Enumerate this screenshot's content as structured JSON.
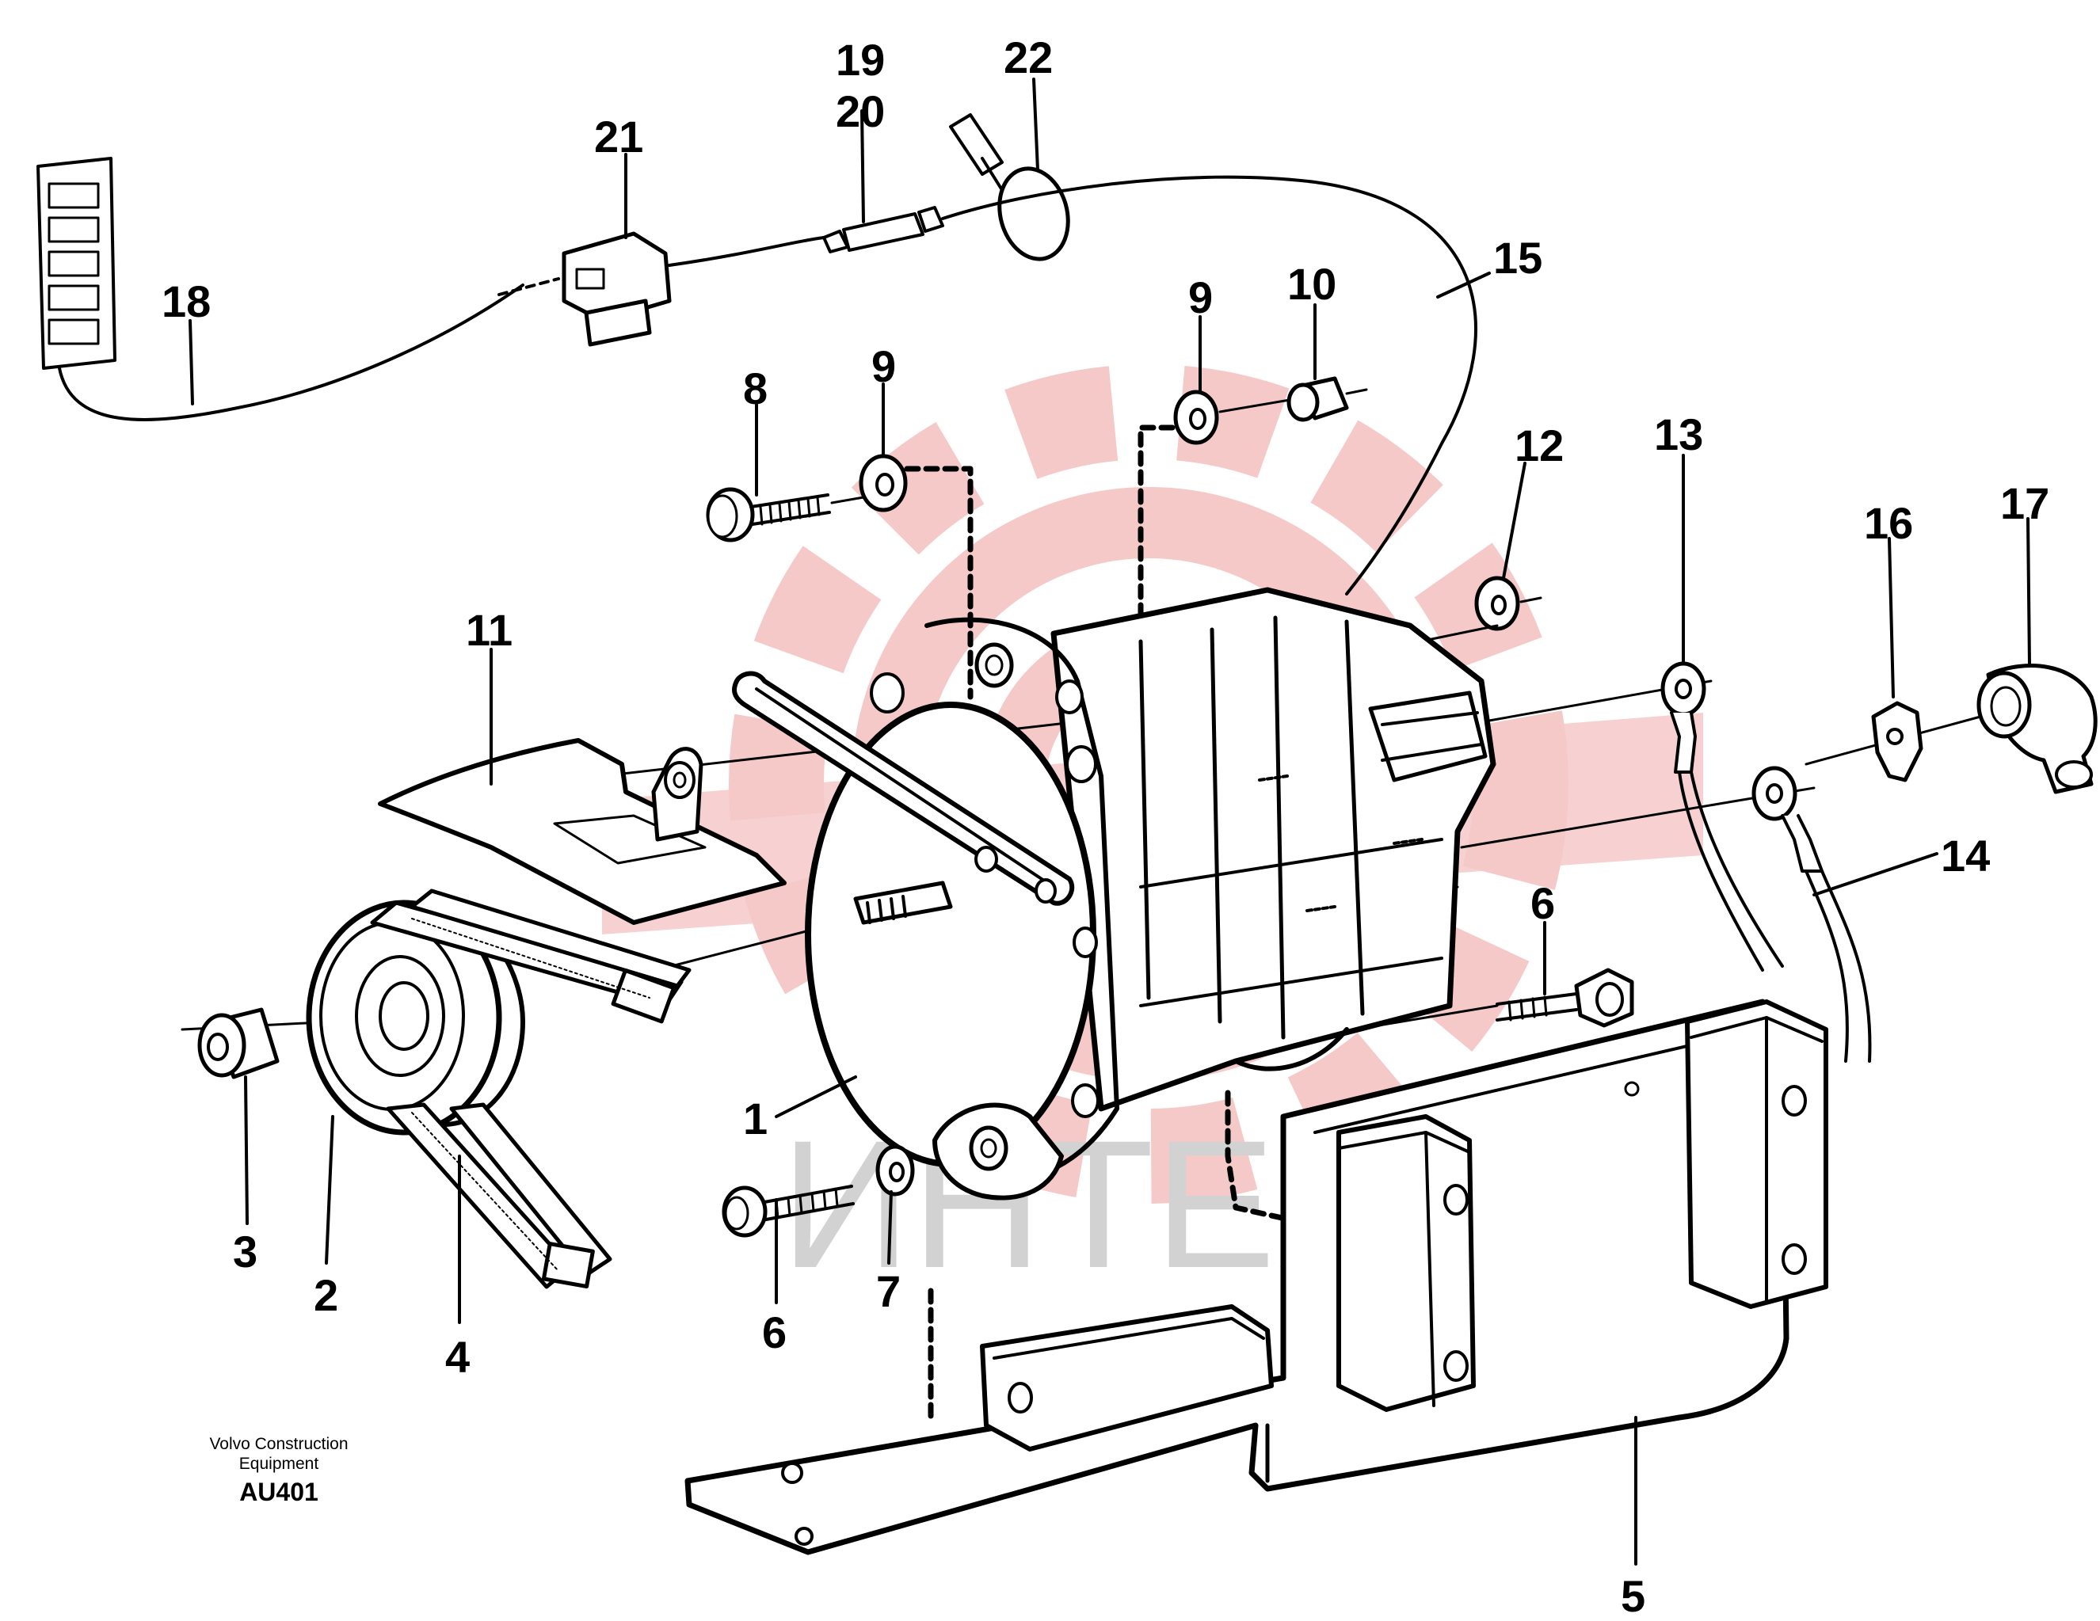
{
  "watermark": {
    "text": "ИНТЕХ",
    "gear_color": "#f6c9c9",
    "text_color": "#d2d2d2"
  },
  "footer": {
    "line1": "Volvo Construction",
    "line2": "Equipment",
    "code": "AU401"
  },
  "callouts": [
    {
      "id": "c19",
      "text": "19"
    },
    {
      "id": "c20",
      "text": "20"
    },
    {
      "id": "c22",
      "text": "22"
    },
    {
      "id": "c21",
      "text": "21"
    },
    {
      "id": "c18",
      "text": "18"
    },
    {
      "id": "c15",
      "text": "15"
    },
    {
      "id": "c9a",
      "text": "9"
    },
    {
      "id": "c10",
      "text": "10"
    },
    {
      "id": "c8",
      "text": "8"
    },
    {
      "id": "c9b",
      "text": "9"
    },
    {
      "id": "c12",
      "text": "12"
    },
    {
      "id": "c13",
      "text": "13"
    },
    {
      "id": "c16",
      "text": "16"
    },
    {
      "id": "c17",
      "text": "17"
    },
    {
      "id": "c11",
      "text": "11"
    },
    {
      "id": "c14",
      "text": "14"
    },
    {
      "id": "c6a",
      "text": "6"
    },
    {
      "id": "c1",
      "text": "1"
    },
    {
      "id": "c3",
      "text": "3"
    },
    {
      "id": "c2",
      "text": "2"
    },
    {
      "id": "c4",
      "text": "4"
    },
    {
      "id": "c6b",
      "text": "6"
    },
    {
      "id": "c7",
      "text": "7"
    },
    {
      "id": "c5",
      "text": "5"
    }
  ]
}
